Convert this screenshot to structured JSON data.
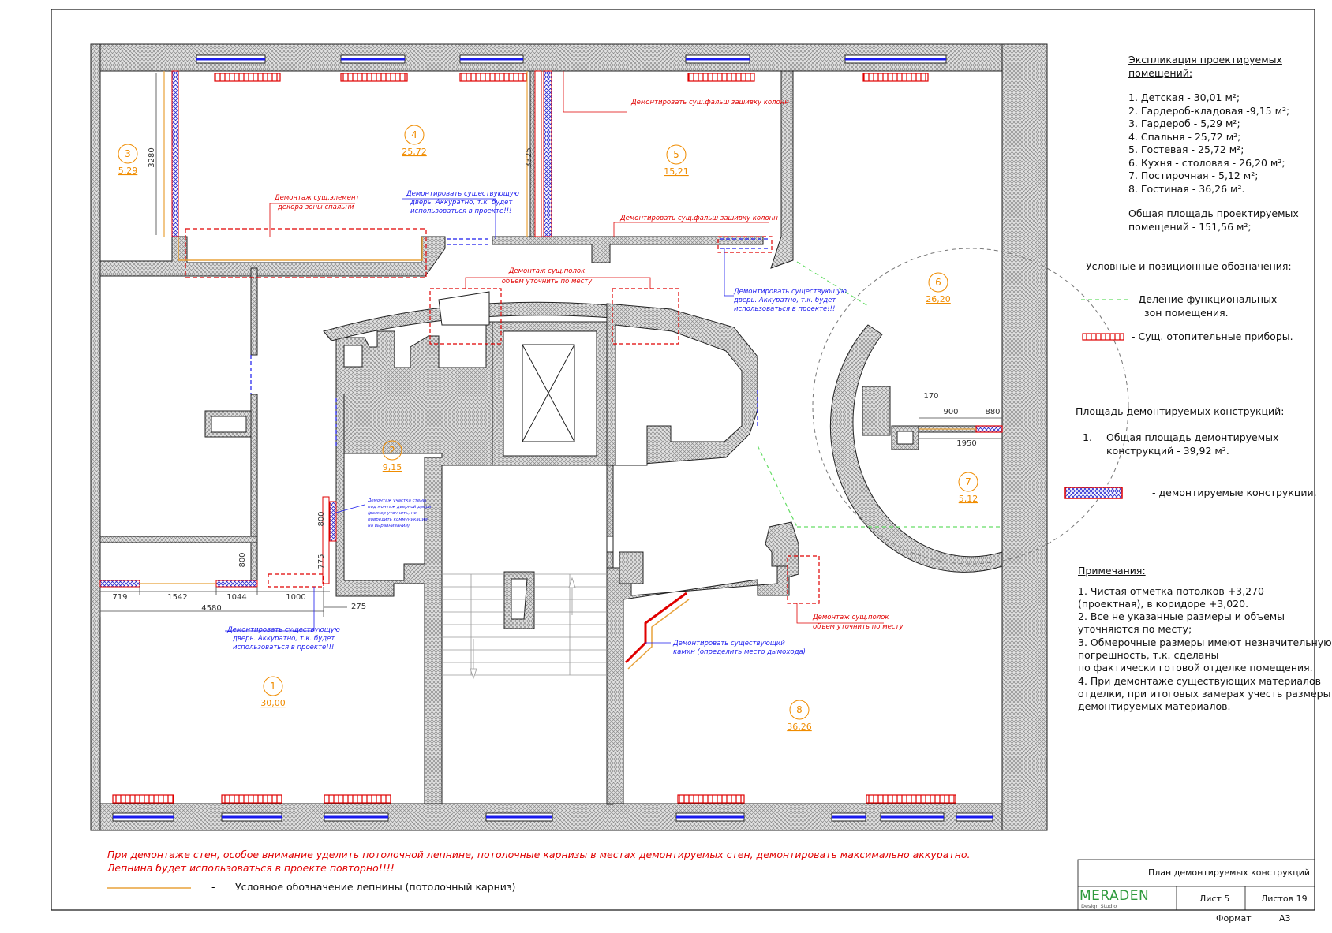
{
  "explication": {
    "title_line1": "Экспликация проектируемых",
    "title_line2": "помещений:",
    "rooms": [
      "1. Детская - 30,01 м²;",
      "2. Гардероб-кладовая -9,15 м²;",
      "3. Гардероб - 5,29 м²;",
      "4. Спальня - 25,72 м²;",
      "5. Гостевая - 25,72 м²;",
      "6. Кухня - столовая - 26,20 м²;",
      "7. Постирочная - 5,12 м²;",
      "8. Гостиная - 36,26 м²."
    ],
    "total_line1": "Общая площадь проектируемых",
    "total_line2": "помещений - 151,56 м²;"
  },
  "symbols": {
    "title": "Условные и позиционные обозначения:",
    "zones_line1": "- Деление функциональных",
    "zones_line2": "зон помещения.",
    "heaters": "- Сущ. отопительные приборы."
  },
  "demolition_area": {
    "title": "Площадь демонтируемых конструкций:",
    "item_num": "1.",
    "item_line1": "Общая площадь демонтируемых",
    "item_line2": "конструкций - 39,92 м².",
    "legend_text": "- демонтируемые конструкции."
  },
  "notes": {
    "title": "Примечания:",
    "lines": [
      "1. Чистая отметка потолков +3,270",
      "(проектная), в коридоре +3,020.",
      "2. Все не указанные размеры и объемы",
      "уточняются по месту;",
      "3. Обмерочные размеры имеют незначительную",
      "погрешность, т.к. сделаны",
      "по фактически готовой отделке помещения.",
      "4. При демонтаже существующих материалов",
      "отделки, при итоговых замерах учесть размеры",
      "демонтируемых материалов."
    ]
  },
  "warning": "При демонтаже стен, особое внимание уделить потолочной лепнине, потолочные карнизы в местах демонтируемых стен, демонтировать максимально аккуратно. Лепнина будет использоваться в проекте повторно!!!!",
  "lepnina_legend": {
    "dash": "-",
    "text": "Условное обозначение лепнины (потолочный карниз)"
  },
  "title_block": {
    "title": "План демонтируемых конструкций",
    "logo": "MERADEN",
    "logo_sub": "Design Studio",
    "sheet": "Лист 5",
    "sheets": "Листов 19",
    "format_label": "Формат",
    "format_value": "А3"
  },
  "room_tags": [
    {
      "num": "1",
      "area": "30,00"
    },
    {
      "num": "2",
      "area": "9,15"
    },
    {
      "num": "3",
      "area": "5,29"
    },
    {
      "num": "4",
      "area": "25,72"
    },
    {
      "num": "5",
      "area": "15,21"
    },
    {
      "num": "6",
      "area": "26,20"
    },
    {
      "num": "7",
      "area": "5,12"
    },
    {
      "num": "8",
      "area": "36,26"
    }
  ],
  "annotations": {
    "a1_l1": "Демонтировать сущ.фальш зашивку колонн",
    "a2_l1": "Демонтаж сущ.элемент",
    "a2_l2": "декора зоны спальни",
    "a3_l1": "Демонтировать существующую",
    "a3_l2": "дверь. Аккуратно, т.к. будет",
    "a3_l3": "использоваться в проекте!!!",
    "a4_l1": "Демонтировать сущ.фальш зашивку колонн",
    "a5_l1": "Демонтаж сущ.полок",
    "a5_l2": "объем уточнить по месту",
    "a6_l1": "Демонтировать существующую",
    "a6_l2": "дверь. Аккуратно, т.к. будет",
    "a6_l3": "использоваться в проекте!!!",
    "a7_l1": "Демонтаж сущ.полок",
    "a7_l2": "объем уточнить по месту",
    "a8_l1": "Демонтировать существующую",
    "a8_l2": "дверь. Аккуратно, т.к. будет",
    "a8_l3": "использоваться в проекте!!!",
    "a9_l1": "Демонтировать существующий",
    "a9_l2": "камин (определить место дымохода)",
    "a10_l1": "Демонтаж участка стены",
    "a10_l2": "под монтаж дверной двери",
    "a10_l3": "(размер уточнить, не",
    "a10_l4": "повредить коммуникации",
    "a10_l5": "на выравнивании)"
  },
  "dimensions": {
    "d3280": "3280",
    "d3325": "3325",
    "d719": "719",
    "d1542": "1542",
    "d1044": "1044",
    "d1000": "1000",
    "d4580": "4580",
    "d275": "275",
    "d800a": "800",
    "d800b": "800",
    "d775": "775",
    "d170": "170",
    "d900": "900",
    "d880": "880",
    "d1950": "1950"
  },
  "colors": {
    "wall_fill": "#d9d9d9",
    "wall_stroke": "#222222",
    "demolish_red": "#e00000",
    "door_blue": "#1a1aee",
    "tag_orange": "#f08c00",
    "zone_green": "#66dd66",
    "lepnina_orange": "#e8a23a"
  }
}
